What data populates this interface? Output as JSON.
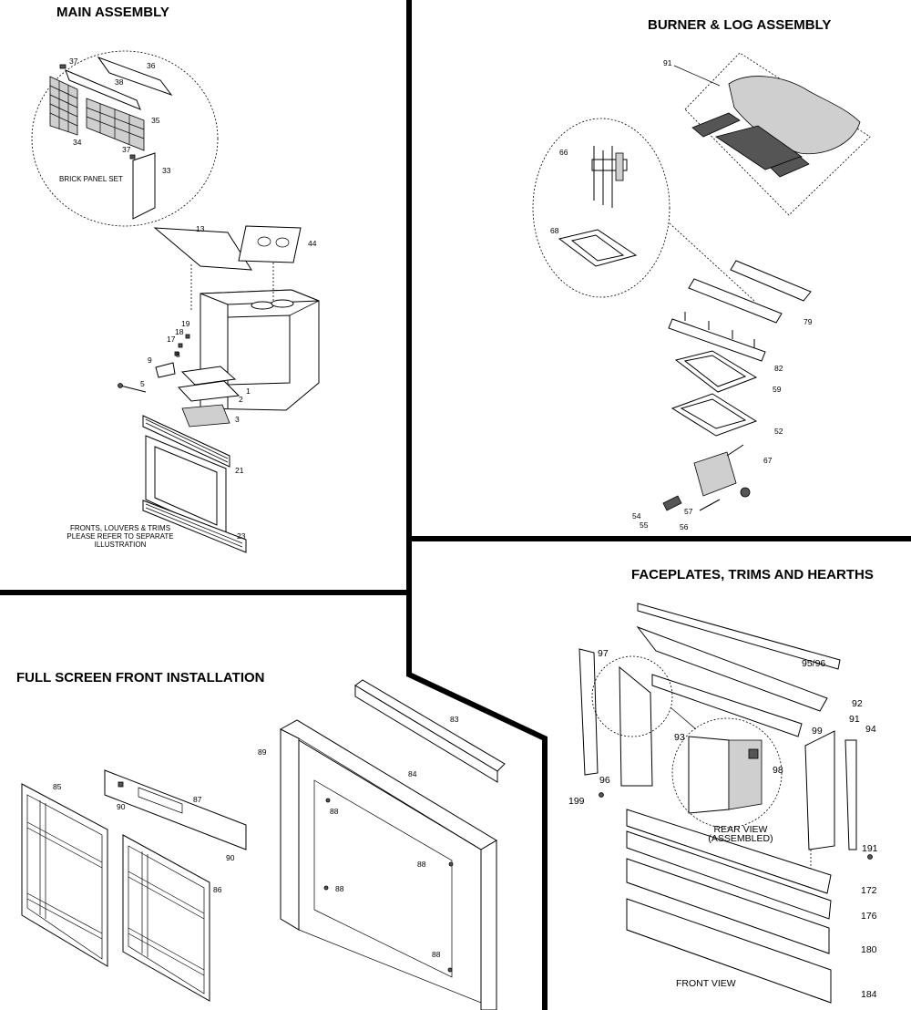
{
  "sections": {
    "main": {
      "title": "MAIN ASSEMBLY",
      "brick_note": "BRICK PANEL SET",
      "fronts_note": [
        "FRONTS, LOUVERS & TRIMS",
        "PLEASE REFER TO SEPARATE",
        "ILLUSTRATION"
      ]
    },
    "burner": {
      "title": "BURNER & LOG ASSEMBLY"
    },
    "faceplates": {
      "title": "FACEPLATES, TRIMS AND HEARTHS",
      "rear_view": [
        "REAR VIEW",
        "(ASSEMBLED)"
      ],
      "front_view": "FRONT VIEW"
    },
    "fullscreen": {
      "title": "FULL SCREEN FRONT INSTALLATION"
    }
  },
  "labels": {
    "main": [
      "37",
      "36",
      "38",
      "35",
      "34",
      "37",
      "33",
      "13",
      "44",
      "19",
      "18",
      "17",
      "8",
      "9",
      "5",
      "1",
      "2",
      "3",
      "21",
      "23"
    ],
    "burner": [
      "91",
      "66",
      "68",
      "79",
      "82",
      "59",
      "52",
      "67",
      "54",
      "55",
      "57",
      "56"
    ],
    "faceplates": [
      "97",
      "95/96",
      "92",
      "99",
      "91",
      "94",
      "93",
      "98",
      "96",
      "199",
      "191",
      "172",
      "176",
      "180",
      "184"
    ],
    "fullscreen": [
      "85",
      "87",
      "90",
      "90",
      "86",
      "89",
      "84",
      "83",
      "88",
      "88",
      "88",
      "88"
    ]
  },
  "colors": {
    "ink": "#000000",
    "background": "#ffffff",
    "log": "#8a8a8a"
  }
}
